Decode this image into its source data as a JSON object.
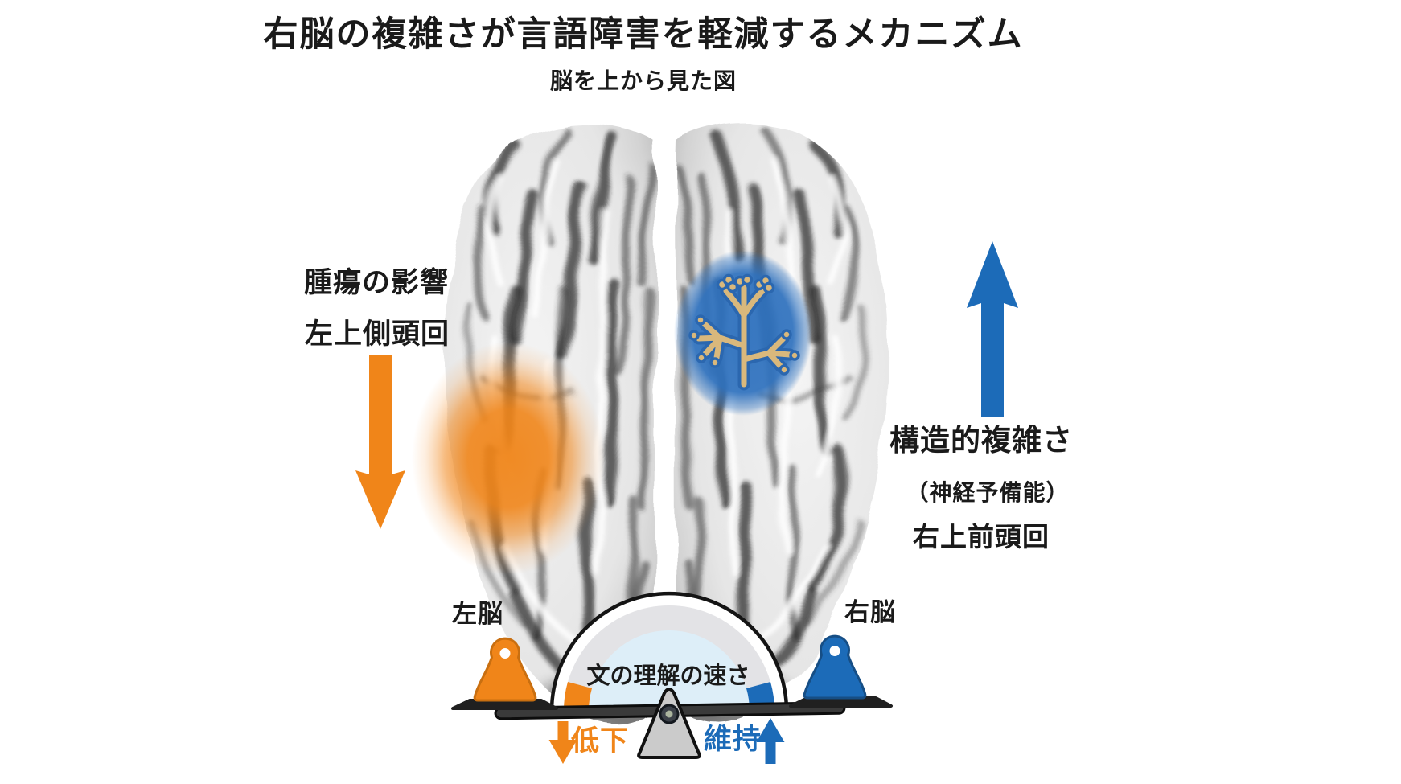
{
  "title": "右脳の複雑さが言語障害を軽減するメカニズム",
  "subtitle": "脳を上から見た図",
  "colors": {
    "orange": "#F08519",
    "blue": "#1C6BB8",
    "neuron_tan": "#D9B87C",
    "neuron_outline": "#2B67AF",
    "gauge_inner": "#DDEEF8",
    "gauge_ring": "#E3E3E6",
    "gauge_face": "#FFFFFF",
    "bar_dark": "#3A3A3A",
    "triangle_gray": "#CBCBCB",
    "text_black": "#1A1A1A"
  },
  "left_annotation": {
    "line1": "腫瘍の影響",
    "line2": "左上側頭回",
    "arrow_direction": "down"
  },
  "right_annotation": {
    "line1": "構造的複雑さ",
    "line2": "（神経予備能）",
    "line3": "右上前頭回",
    "arrow_direction": "up"
  },
  "balance": {
    "gauge_label": "文の理解の速さ",
    "left_side_label": "左脳",
    "right_side_label": "右脳",
    "left_outcome": "低下",
    "right_outcome": "維持"
  }
}
